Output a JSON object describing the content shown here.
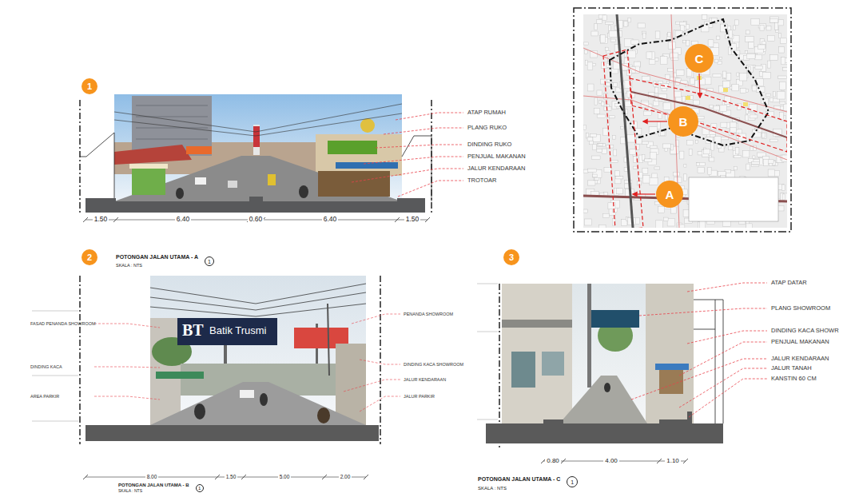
{
  "diagram": {
    "nodes": [
      {
        "text": [
          "1"
        ]
      },
      {
        "text": [
          "C"
        ]
      },
      {
        "text": [
          "B"
        ]
      },
      {
        "text": [
          "A"
        ]
      },
      {
        "text": [
          "2"
        ]
      },
      {
        "text": [
          "3"
        ]
      },
      {
        "text": [
          "1"
        ]
      },
      {
        "text": [
          "1"
        ]
      },
      {
        "text": [
          "1"
        ]
      }
    ],
    "labels": [
      "ATAP RUMAH",
      "PLANG RUKO",
      "DINDING RUKO",
      "PENJUAL MAKANAN",
      "JALUR KENDARAAN",
      "TROTOAR",
      "1.50",
      "6.40",
      "0.60",
      "6.40",
      "1.50",
      "POTONGAN JALAN UTAMA - A",
      "SKALA : NTS",
      "FASAD PENANDA SHOWROOM",
      "DINDING KACA",
      "AREA PARKIR",
      "PENANDA SHOWROOM",
      "DINDING KACA SHOWROOM",
      "JALUR KENDARAAN",
      "JALUR PARKIR",
      "BT",
      "Batik Trusmi",
      "8.00",
      "1.50",
      "5.00",
      "2.00",
      "POTONGAN JALAN UTAMA - B",
      "SKALA : NTS",
      "ATAP DATAR",
      "PLANG SHOWROOM",
      "DINDING KACA SHOWR",
      "PENJUAL MAKANAN",
      "JALUR  KENDARAAN",
      "JALUR TANAH",
      "KANSTIN 60 CM",
      "0.80",
      "4.00",
      "1.10",
      "POTONGAN JALAN UTAMA - C",
      "SKALA : NTS"
    ]
  }
}
